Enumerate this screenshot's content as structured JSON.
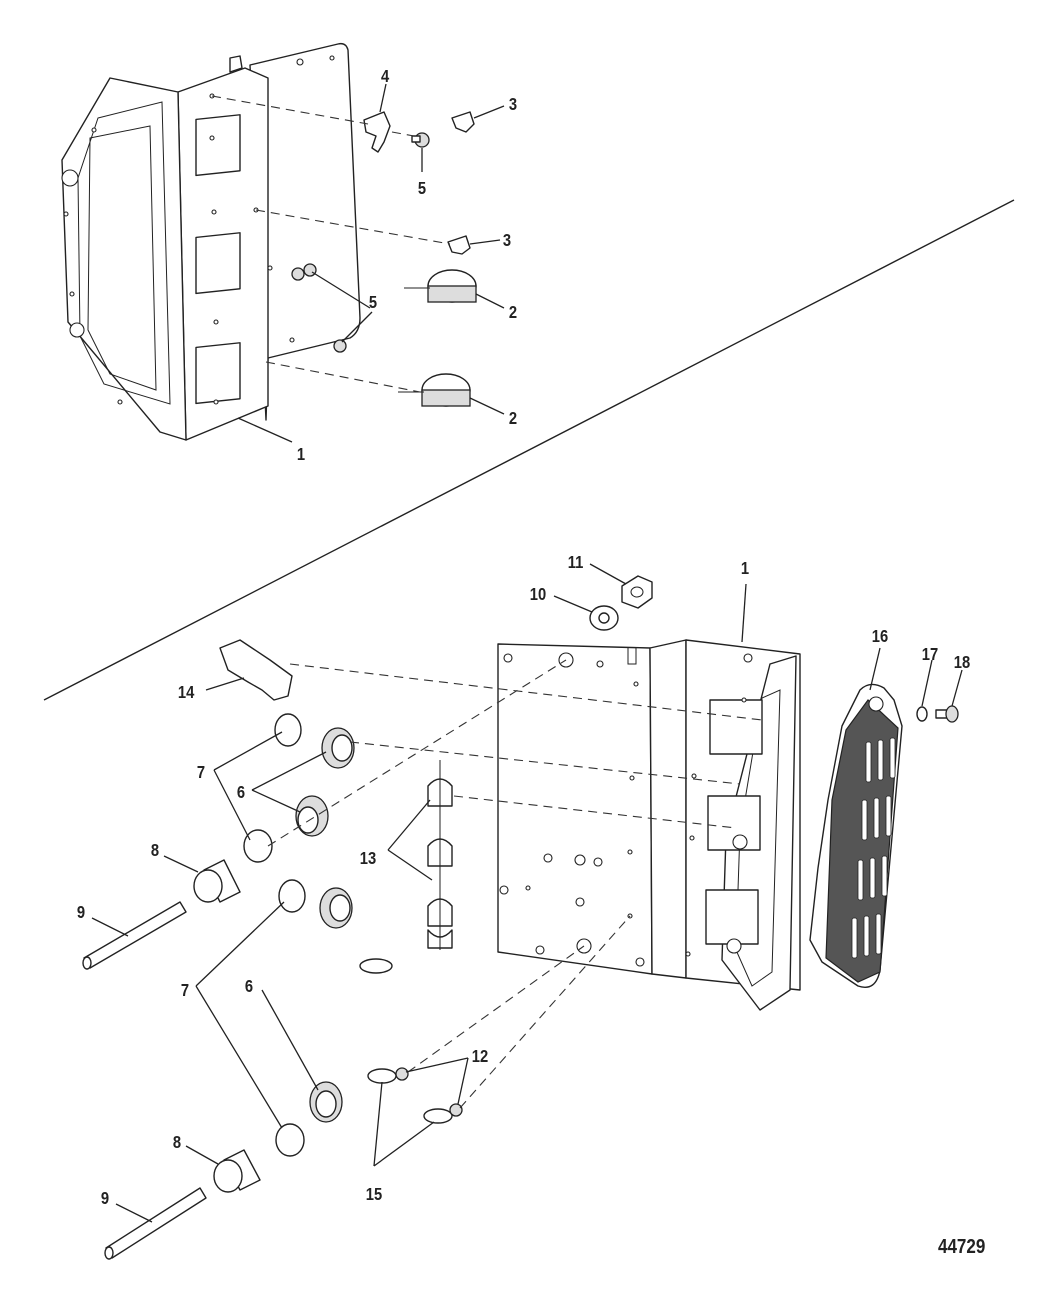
{
  "callouts": {
    "top_1": "1",
    "top_2a": "2",
    "top_2b": "2",
    "top_3a": "3",
    "top_3b": "3",
    "top_4": "4",
    "top_5a": "5",
    "top_5b": "5",
    "bot_1": "1",
    "bot_6a": "6",
    "bot_6b": "6",
    "bot_7a": "7",
    "bot_7b": "7",
    "bot_8a": "8",
    "bot_8b": "8",
    "bot_9a": "9",
    "bot_9b": "9",
    "bot_10": "10",
    "bot_11": "11",
    "bot_12": "12",
    "bot_13": "13",
    "bot_14": "14",
    "bot_15": "15",
    "bot_16": "16",
    "bot_17": "17",
    "bot_18": "18"
  },
  "figure_number": "44729",
  "colors": {
    "line": "#222222",
    "background": "#ffffff",
    "part_fill": "#ffffff",
    "dark_part": "#555555"
  }
}
